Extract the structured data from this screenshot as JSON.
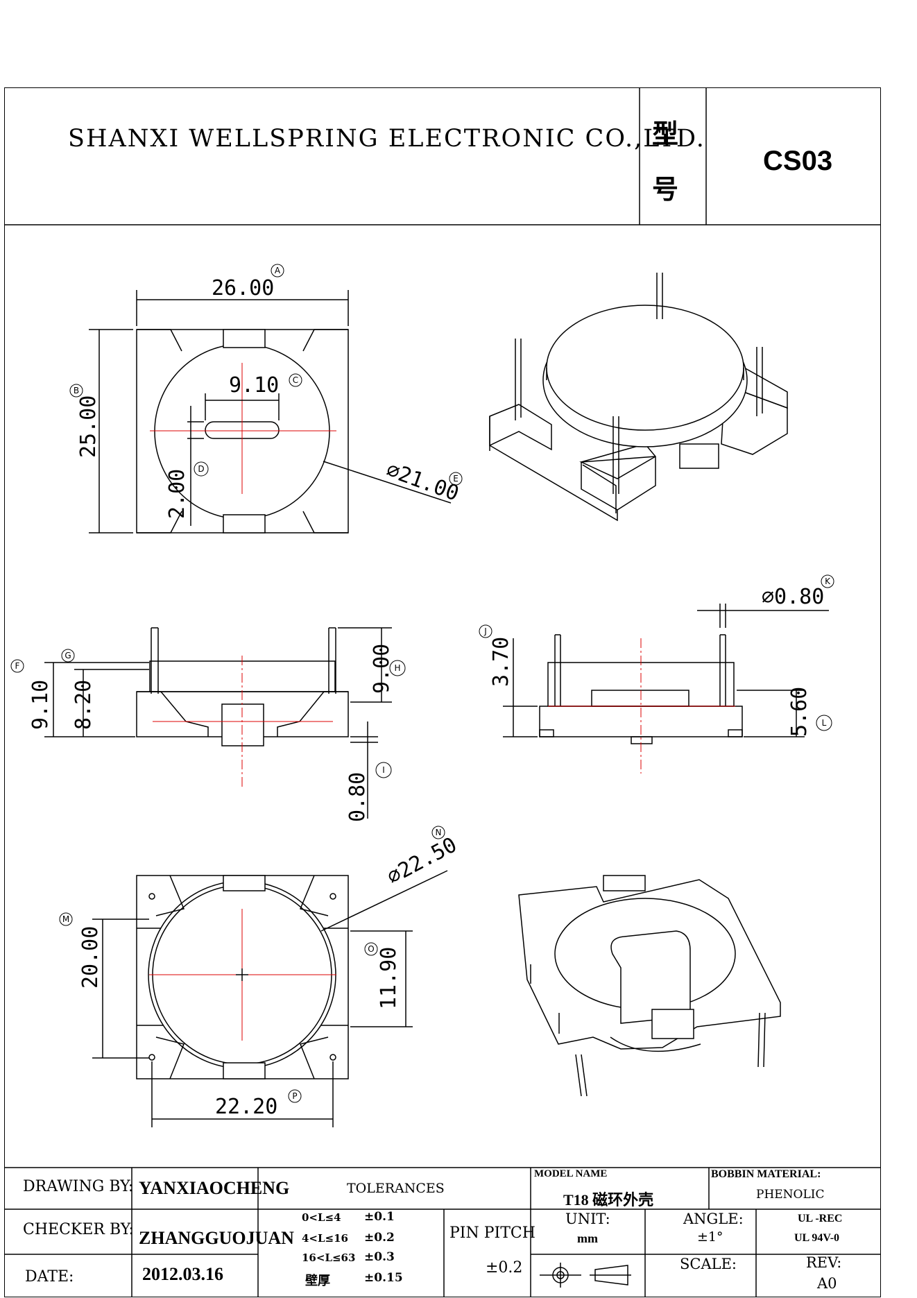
{
  "header": {
    "company": "SHANXI WELLSPRING ELECTRONIC CO.,LTD.",
    "model_label_1": "型",
    "model_label_2": "号",
    "model_code": "CS03"
  },
  "dimensions": {
    "A": {
      "value": "26.00",
      "tag": "A"
    },
    "B": {
      "value": "25.00",
      "tag": "B"
    },
    "C": {
      "value": "9.10",
      "tag": "C"
    },
    "D": {
      "value": "2.00",
      "tag": "D"
    },
    "E": {
      "value": "⌀21.00",
      "tag": "E"
    },
    "F": {
      "value": "9.10",
      "tag": "F"
    },
    "G": {
      "value": "8.20",
      "tag": "G"
    },
    "H": {
      "value": "9.00",
      "tag": "H"
    },
    "I": {
      "value": "0.80",
      "tag": "I"
    },
    "J": {
      "value": "3.70",
      "tag": "J"
    },
    "K": {
      "value": "⌀0.80",
      "tag": "K"
    },
    "L": {
      "value": "5.60",
      "tag": "L"
    },
    "M": {
      "value": "20.00",
      "tag": "M"
    },
    "N": {
      "value": "⌀22.50",
      "tag": "N"
    },
    "O": {
      "value": "11.90",
      "tag": "O"
    },
    "P": {
      "value": "22.20",
      "tag": "P"
    }
  },
  "title_block": {
    "drawing_by_label": "DRAWING  BY:",
    "drawing_by": "YANXIAOCHENG",
    "checker_by_label": "CHECKER  BY:",
    "checker_by": "ZHANGGUOJUAN",
    "date_label": "DATE:",
    "date": "2012.03.16",
    "tolerances_label": "TOLERANCES",
    "tol_rows": [
      {
        "range": "0<L≤4",
        "tol": "±0.1"
      },
      {
        "range": "4<L≤16",
        "tol": "±0.2"
      },
      {
        "range": "16<L≤63",
        "tol": "±0.3"
      },
      {
        "range": "壁厚",
        "tol": "±0.15"
      }
    ],
    "pin_pitch_label": "PIN PITCH",
    "pin_pitch": "±0.2",
    "model_name_label": "MODEL NAME",
    "model_name": "T18  磁环外壳",
    "bobbin_material_label": "BOBBIN MATERIAL:",
    "bobbin_material": "PHENOLIC",
    "unit_label": "UNIT:",
    "unit": "mm",
    "angle_label": "ANGLE:",
    "angle": "±1°",
    "ul_rec": "UL -REC",
    "ul_94": "UL  94V-0",
    "scale_label": "SCALE:",
    "rev_label": "REV:",
    "rev": "A0"
  }
}
